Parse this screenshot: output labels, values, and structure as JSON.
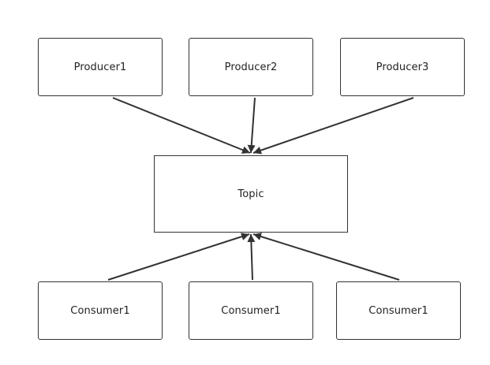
{
  "diagram": {
    "producers": [
      "Producer1",
      "Producer2",
      "Producer3"
    ],
    "topic": "Topic",
    "consumers": [
      "Consumer1",
      "Consumer1",
      "Consumer1"
    ],
    "colors": {
      "stroke": "#333333",
      "text": "#222222",
      "background": "#ffffff"
    }
  }
}
